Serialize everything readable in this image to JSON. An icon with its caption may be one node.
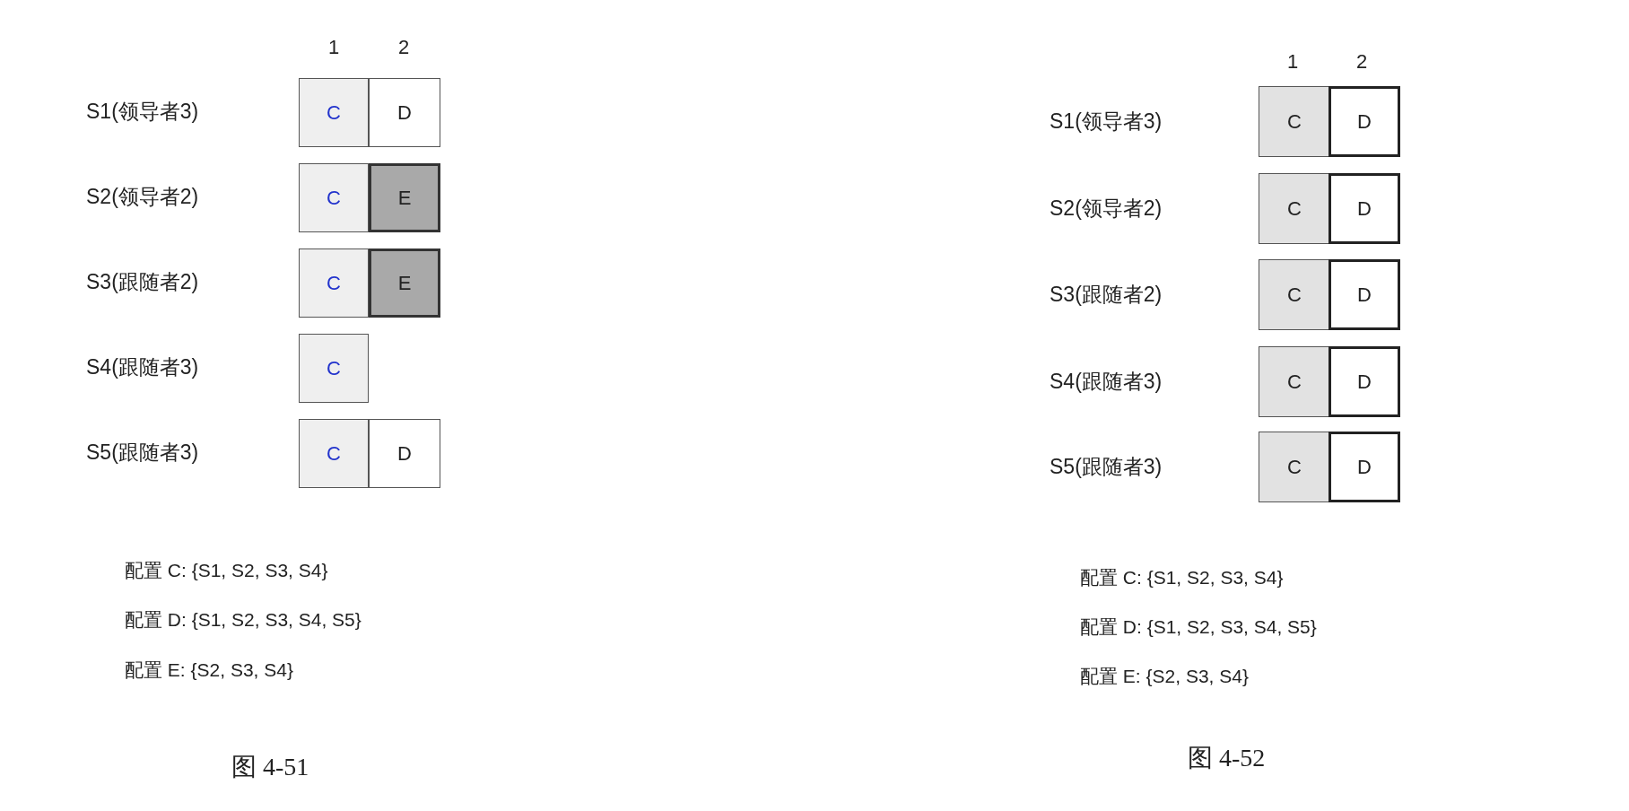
{
  "diagram": {
    "nodes": [
      {
        "text": [
          "C"
        ]
      },
      {
        "text": [
          "D"
        ]
      },
      {
        "text": [
          "C"
        ]
      },
      {
        "text": [
          "E"
        ]
      },
      {
        "text": [
          "C"
        ]
      },
      {
        "text": [
          "E"
        ]
      },
      {
        "text": [
          "C"
        ]
      },
      {
        "text": [
          "C"
        ]
      },
      {
        "text": [
          "D"
        ]
      },
      {
        "text": [
          "C"
        ]
      },
      {
        "text": [
          "D"
        ]
      },
      {
        "text": [
          "C"
        ]
      },
      {
        "text": [
          "D"
        ]
      },
      {
        "text": [
          "C"
        ]
      },
      {
        "text": [
          "D"
        ]
      },
      {
        "text": [
          "C"
        ]
      },
      {
        "text": [
          "D"
        ]
      },
      {
        "text": [
          "C"
        ]
      },
      {
        "text": [
          "D"
        ]
      }
    ],
    "labels": [
      "1",
      "2",
      "S1(领导者3)",
      "S2(领导者2)",
      "S3(跟随者2)",
      "S4(跟随者3)",
      "S5(跟随者3)",
      "配置 C: {S1, S2, S3, S4}",
      "配置 D: {S1, S2, S3, S4, S5}",
      "配置 E: {S2, S3, S4}",
      "图 4-51",
      "1",
      "2",
      "S1(领导者3)",
      "S2(领导者2)",
      "S3(跟随者2)",
      "S4(跟随者3)",
      "S5(跟随者3)",
      "配置 C: {S1, S2, S3, S4}",
      "配置 D: {S1, S2, S3, S4, S5}",
      "配置 E: {S2, S3, S4}",
      "图 4-52"
    ]
  }
}
